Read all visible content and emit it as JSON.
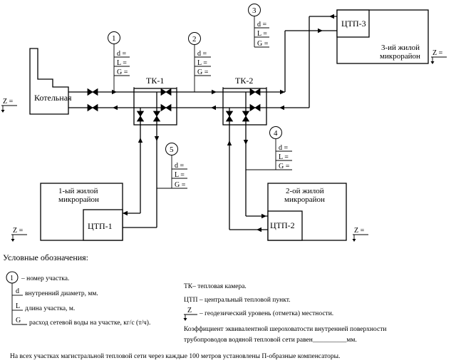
{
  "boiler": {
    "label": "Котельная"
  },
  "chambers": [
    {
      "id": "tk1",
      "label": "ТК-1"
    },
    {
      "id": "tk2",
      "label": "ТК-2"
    }
  ],
  "ctp": [
    {
      "id": "ctp1",
      "label": "ЦТП-1"
    },
    {
      "id": "ctp2",
      "label": "ЦТП-2"
    },
    {
      "id": "ctp3",
      "label": "ЦТП-3"
    }
  ],
  "districts": [
    {
      "id": "district1",
      "line1": "1-ый жилой",
      "line2": "микрорайон"
    },
    {
      "id": "district2",
      "line1": "2-ой жилой",
      "line2": "микрорайон"
    },
    {
      "id": "district3",
      "line1": "3-ий жилой",
      "line2": "микрорайон"
    }
  ],
  "sections": [
    "1",
    "2",
    "3",
    "4",
    "5"
  ],
  "param_labels": {
    "d": "d =",
    "L": "L =",
    "G": "G ="
  },
  "z_label": "Z =",
  "legend": {
    "title": "Условные обозначения:",
    "symbol_section": "1",
    "section_text": "– номер участка.",
    "symbol_d": "d",
    "d_text": "внутренний диаметр, мм.",
    "symbol_L": "L",
    "L_text": "длина участка, м.",
    "symbol_G": "G",
    "G_text": "расход  сетевой воды на участке, кг/с (т/ч).",
    "tk_text": "ТК– тепловая  камера.",
    "ctp_text": "ЦТП  –  центральный  тепловой  пункт.",
    "symbol_z": "Z",
    "z_text": "– геодезический уровень (отметка)  местности.",
    "roughness_line1": "Коэффициент  эквивалентной шероховатости внутренней поверхности",
    "roughness_line2": "трубопроводов водяной тепловой сети равен__________мм."
  },
  "footer": "На  всех участках  магистральной тепловой сети через каждые  100 метров  установлены  П-образные  компенсаторы."
}
